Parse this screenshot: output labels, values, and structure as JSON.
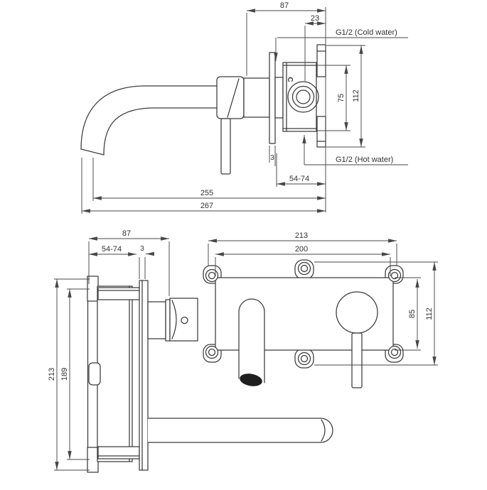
{
  "document": {
    "type": "technical-dimension-drawing",
    "subject": "wall-mounted-basin-mixer-tap",
    "background": "#ffffff",
    "line_color": "#3a3a3a",
    "dim_color": "#474747",
    "outlet_fill": "#1f1f1f"
  },
  "views": {
    "top": {
      "dim_87": "87",
      "dim_23": "23",
      "dim_75": "75",
      "dim_112": "112",
      "dim_plate": "3",
      "dim_depth": "54-74",
      "dim_255": "255",
      "dim_267": "267",
      "label_cold": "G1/2 (Cold water)",
      "label_hot": "G1/2 (Hot water)",
      "marking": "C"
    },
    "side": {
      "dim_87": "87",
      "dim_plate": "3",
      "dim_depth": "54-74",
      "dim_213": "213",
      "dim_189": "189"
    },
    "front": {
      "dim_213": "213",
      "dim_200": "200",
      "dim_85": "85",
      "dim_112": "112"
    }
  }
}
